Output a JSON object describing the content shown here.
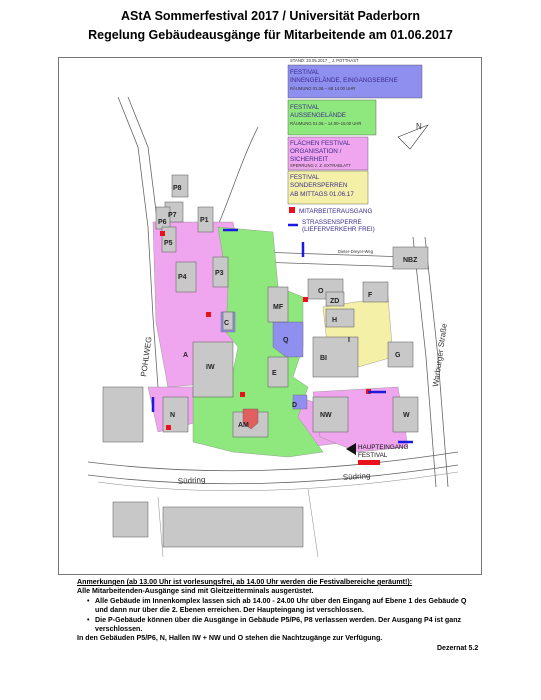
{
  "title": {
    "line1": "AStA Sommerfestival 2017 / Universität Paderborn",
    "line2": "Regelung Gebäudeausgänge für Mitarbeitende am 01.06.2017"
  },
  "map": {
    "stand": "STAND: 23.05.2017 _ J. POTTHAST",
    "legend": {
      "innen_line1": "FESTIVAL",
      "innen_line2": "INNENGELÄNDE, EINGANGSEBENE",
      "innen_note": "RÄUMUNG 01.06.– AB 14.00 UHR",
      "aussen_line1": "FESTIVAL",
      "aussen_line2": "AUSSENGELÄNDE",
      "aussen_note": "RÄUMUNG 01.06.– 14.00–15.00 UHR",
      "orga_line1": "FLÄCHEN FESTIVAL",
      "orga_line2": "ORGANISATION /",
      "orga_line3": "SICHERHEIT",
      "orga_note": "SPERRUNG z. Z. EXTRABLATT",
      "sperr_line1": "FESTIVAL",
      "sperr_line2": "SONDERSPERREN",
      "sperr_line3": "AB MITTAGS 01.06.17",
      "mitarbeiter": "MITARBEITERAUSGANG",
      "strassen_line1": "STRASSENSPERRE",
      "strassen_line2": "(LIEFERVERKEHR FREI)"
    },
    "colors": {
      "innen": "#8f8ff0",
      "aussen": "#8fe87d",
      "orga": "#f0a6ee",
      "sperr": "#f5f0a8",
      "exit": "#e8111c",
      "roadblock": "#1a1ae0",
      "building": "#c8c8c8"
    },
    "buildings": [
      "P8",
      "P7",
      "P6",
      "P5",
      "P1",
      "P4",
      "P3",
      "A",
      "E",
      "H",
      "MF",
      "O",
      "ZD",
      "F",
      "Q",
      "I",
      "BI",
      "G",
      "IW",
      "N",
      "NW",
      "W",
      "AM",
      "C",
      "NBZ",
      "D"
    ],
    "streets": {
      "pohlweg": "POHLWEG",
      "suedring1": "Südring",
      "suedring2": "Südring",
      "warburger": "Warburger Straße",
      "dreyer": "Dieter-Dreyer-Weg"
    },
    "haupteingang_line1": "HAUPTEINGANG",
    "haupteingang_line2": "FESTIVAL",
    "north": "N"
  },
  "notes": {
    "heading": "Anmerkungen (ab 13.00 Uhr ist vorlesungsfrei, ab 14.00 Uhr werden die Festivalbereiche geräumt!):",
    "line1": "Alle Mitarbeitenden-Ausgänge sind mit Gleitzeitterminals ausgerüstet.",
    "bullet1": "Alle Gebäude im Innenkomplex lassen sich ab 14.00 - 24.00 Uhr über den Eingang auf Ebene 1 des Gebäude Q und dann nur über die 2. Ebenen erreichen. Der Haupteingang ist verschlossen.",
    "bullet2": "Die P-Gebäude können über die Ausgänge in Gebäude P5/P6, P8 verlassen werden. Der Ausgang P4 ist ganz verschlossen.",
    "line2": "In den Gebäuden P5/P6, N, Hallen IW + NW und O stehen die Nachtzugänge zur Verfügung.",
    "dezernat": "Dezernat 5.2"
  }
}
